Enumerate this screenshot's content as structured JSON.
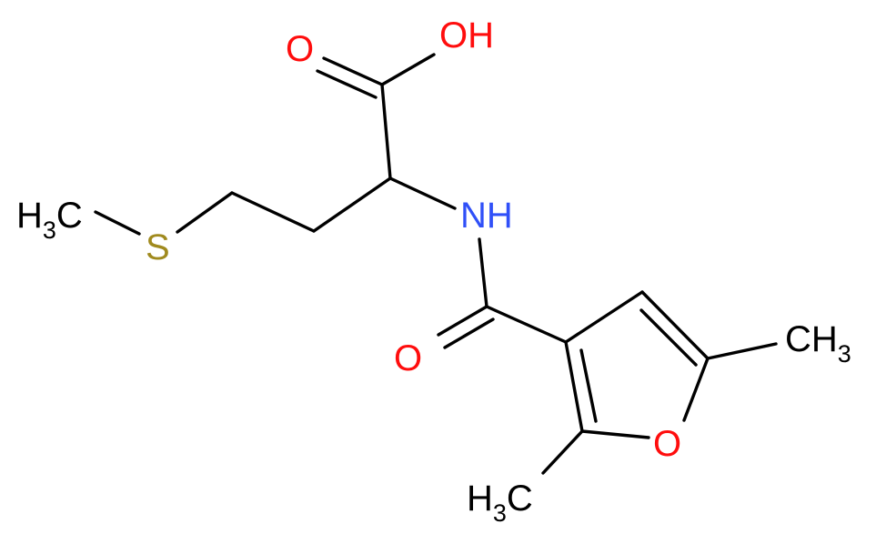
{
  "colors": {
    "bond": "#000000",
    "carbon": "#000000",
    "oxygen": "#ff0d0d",
    "nitrogen": "#3050f8",
    "sulfur": "#a08a1e",
    "background": "#ffffff"
  },
  "atoms": {
    "hydroxyl_oxygen": "O",
    "hydroxyl_hydrogen": "H",
    "carbonyl_oxygen_acid": "O",
    "methylthio_h": "H",
    "methylthio_sub": "3",
    "methylthio_c": "C",
    "sulfur": "S",
    "amide_nitrogen": "N",
    "amide_hydrogen": "H",
    "carbonyl_oxygen_amide": "O",
    "ring_oxygen": "O",
    "methyl_5_c": "C",
    "methyl_5_h": "H",
    "methyl_5_sub": "3",
    "methyl_2_h": "H",
    "methyl_2_sub": "3",
    "methyl_2_c": "C"
  }
}
